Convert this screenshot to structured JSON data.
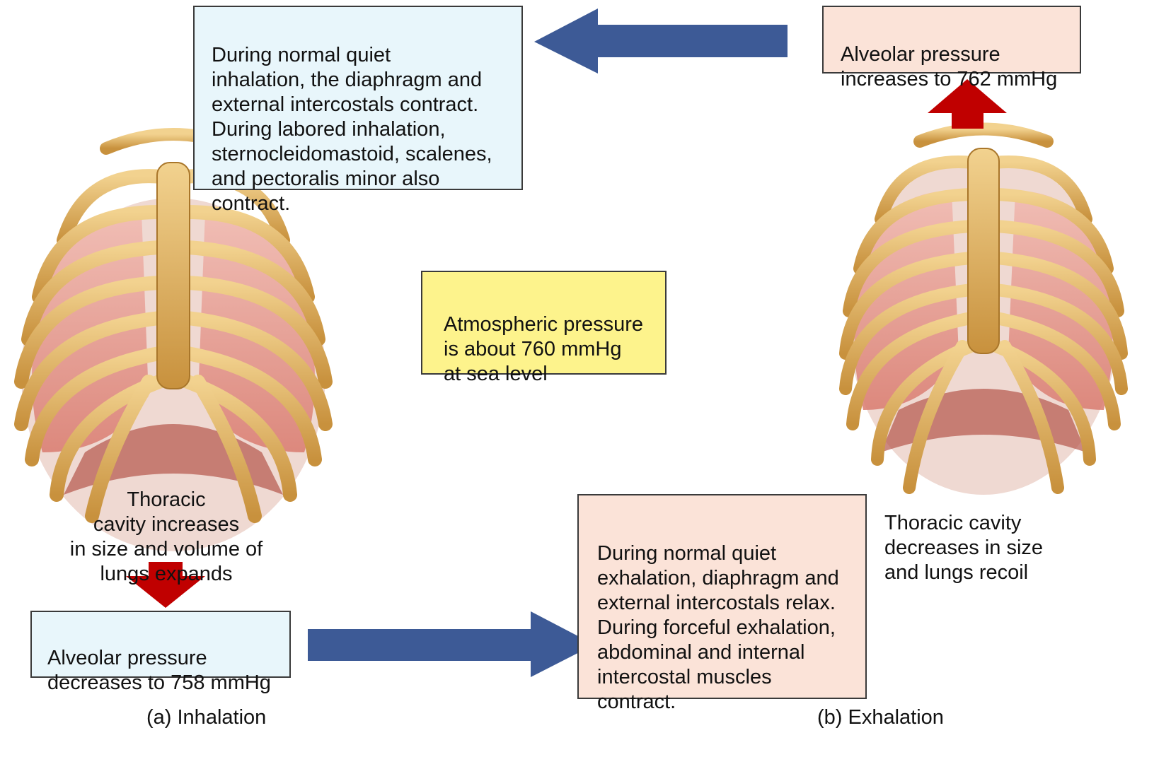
{
  "inhalation": {
    "muscles_text": "During normal quiet\ninhalation, the diaphragm and\nexternal intercostals contract.\nDuring labored inhalation,\nsternocleidomastoid, scalenes,\nand pectoralis minor also\ncontract.",
    "thoracic_text": "Thoracic\ncavity increases\nin size and volume of\nlungs expands",
    "alveolar_text": "Alveolar pressure\ndecreases to 758 mmHg",
    "caption": "(a) Inhalation"
  },
  "atmospheric_text": "Atmospheric pressure\nis about 760 mmHg\nat sea level",
  "exhalation": {
    "alveolar_text": "Alveolar pressure\nincreases to 762 mmHg",
    "thoracic_text": "Thoracic cavity\ndecreases in size\nand lungs recoil",
    "muscles_text": "During normal quiet\nexhalation, diaphragm and\nexternal intercostals relax.\nDuring forceful exhalation,\nabdominal and internal\nintercostal muscles\ncontract.",
    "caption": "(b) Exhalation"
  },
  "colors": {
    "blue_arrow": "#3d5a96",
    "red_arrow": "#c00000",
    "bone": "#e3b86a",
    "lung": "#e9a29a",
    "blue_box": "#e8f6fb",
    "peach_box": "#fbe3d8",
    "yellow_box": "#fdf38c"
  }
}
